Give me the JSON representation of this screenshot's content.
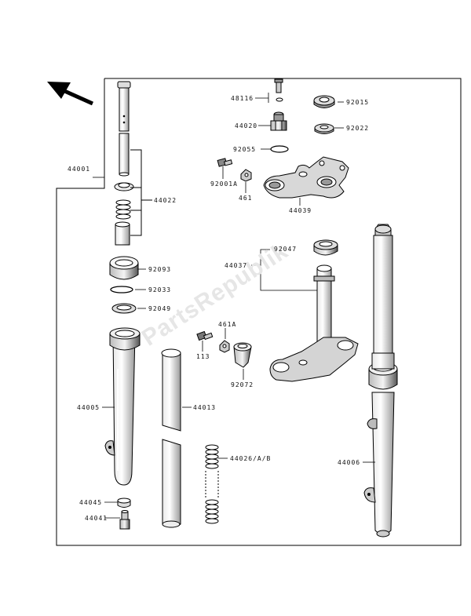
{
  "watermark": "PartsRepublik",
  "labels": {
    "p44001": "44001",
    "p44022": "44022",
    "p92093": "92093",
    "p92033": "92033",
    "p92049": "92049",
    "p44005": "44005",
    "p44013": "44013",
    "p44045": "44045",
    "p44041": "44041",
    "p44026": "44026/A/B",
    "p48116": "48116",
    "p44020": "44020",
    "p92015": "92015",
    "p92022": "92022",
    "p92055": "92055",
    "p92001a": "92001A",
    "p461": "461",
    "p44039": "44039",
    "p44037": "44037",
    "p92047": "92047",
    "p461a": "461A",
    "p113": "113",
    "p92072": "92072",
    "p44006": "44006"
  }
}
